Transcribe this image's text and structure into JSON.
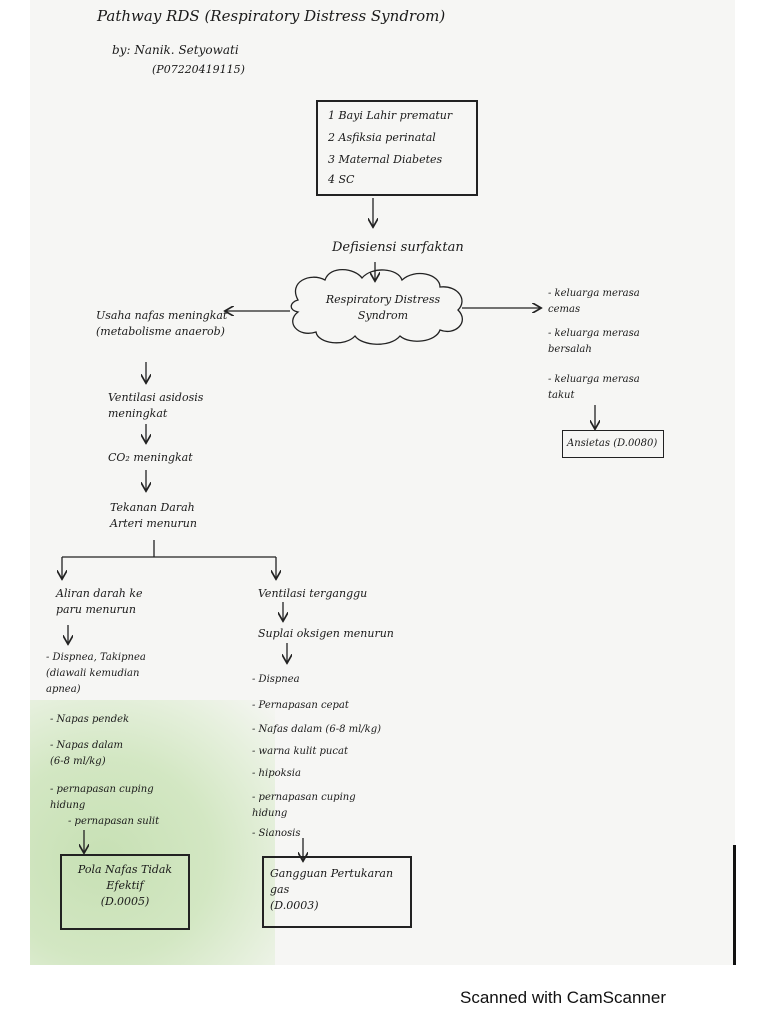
{
  "header": {
    "title": "Pathway RDS (Respiratory Distress Syndrom)",
    "author": "by: Nanik. Setyowati",
    "nim": "(P07220419115)"
  },
  "causes": [
    "1 Bayi Lahir prematur",
    "2 Asfiksia perinatal",
    "3 Maternal Diabetes",
    "4 SC"
  ],
  "defisiensi": "Defisiensi surfaktan",
  "central": "Respiratory Distress Syndrom",
  "left_branch": {
    "usaha": "Usaha nafas meningkat\n(metabolisme anaerob)",
    "ventilasi_asidosis": "Ventilasi asidosis\nmeningkat",
    "co2": "CO₂ meningkat",
    "tekanan": "Tekanan Darah\nArteri menurun"
  },
  "right_branch": {
    "items": [
      "- keluarga merasa\n  cemas",
      "- keluarga merasa\n  bersalah",
      "- keluarga merasa\n  takut"
    ],
    "diagnosis": "Ansietas (D.0080)"
  },
  "sub_left": {
    "head": "Aliran darah ke\nparu menurun",
    "items": [
      "- Dispnea, Takipnea\n  (diawali kemudian\n  apnea)",
      "- Napas pendek",
      "- Napas dalam\n  (6-8 ml/kg)",
      "- pernapasan cuping\n  hidung",
      "- pernapasan sulit"
    ],
    "diagnosis": "Pola Nafas Tidak\nEfektif\n(D.0005)"
  },
  "sub_right": {
    "head": "Ventilasi terganggu",
    "supply": "Suplai oksigen menurun",
    "items": [
      "- Dispnea",
      "- Pernapasan cepat",
      "- Nafas dalam (6-8 ml/kg)",
      "- warna kulit pucat",
      "- hipoksia",
      "- pernapasan cuping\n  hidung",
      "- Sianosis"
    ],
    "diagnosis": "Gangguan Pertukaran\ngas\n(D.0003)"
  },
  "footer": "Scanned with CamScanner",
  "colors": {
    "paper": "#f6f6f4",
    "ink": "#1a1a1a",
    "stain": "#cfe4bd"
  }
}
